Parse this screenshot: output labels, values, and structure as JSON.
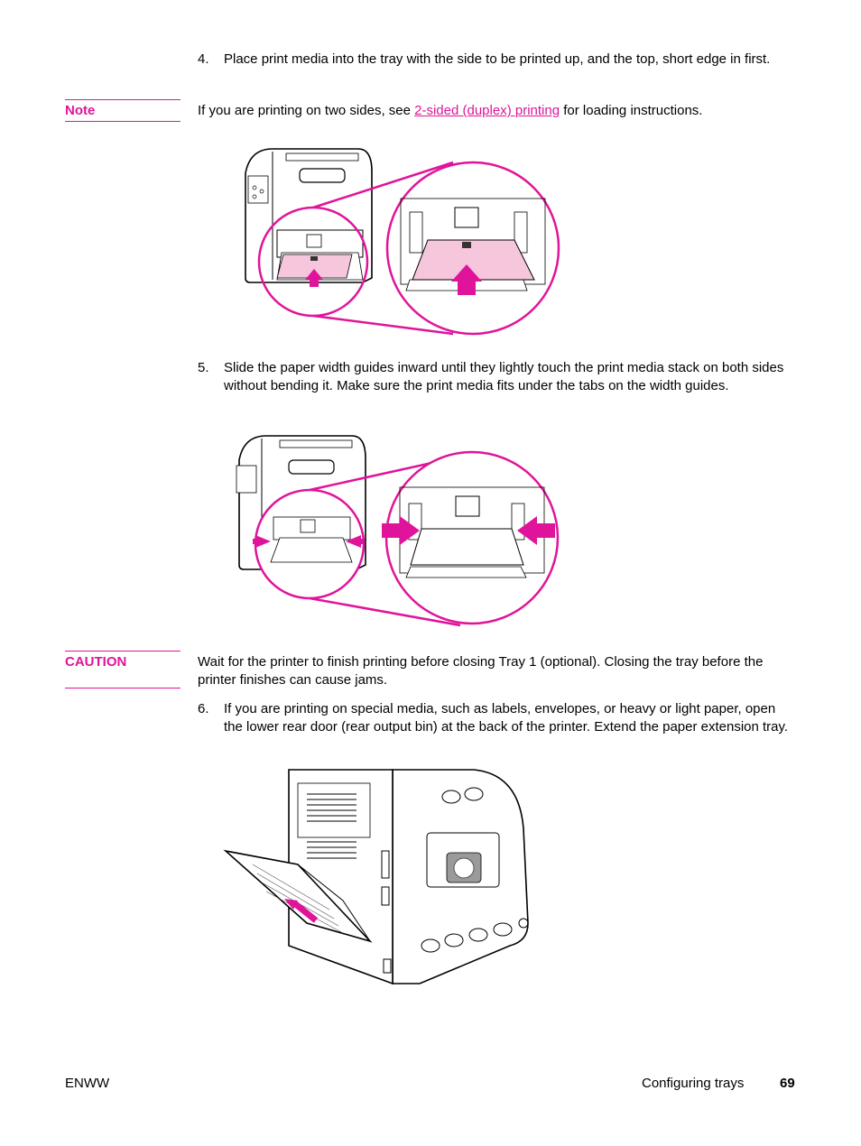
{
  "steps": {
    "s4": {
      "num": "4.",
      "text": "Place print media into the tray with the side to be printed up, and the top, short edge in first."
    },
    "s5": {
      "num": "5.",
      "text": "Slide the paper width guides inward until they lightly touch the print media stack on both sides without bending it. Make sure the print media fits under the tabs on the width guides."
    },
    "s6": {
      "num": "6.",
      "text": "If you are printing on special media, such as labels, envelopes, or heavy or light paper, open the lower rear door (rear output bin) at the back of the printer. Extend the paper extension tray."
    }
  },
  "note": {
    "label": "Note",
    "before": "If you are printing on two sides, see ",
    "link": "2-sided (duplex) printing",
    "after": " for loading instructions."
  },
  "caution": {
    "label": "CAUTION",
    "text": "Wait for the printer to finish printing before closing Tray 1 (optional). Closing the tray before the printer finishes can cause jams."
  },
  "footer": {
    "left": "ENWW",
    "section": "Configuring trays",
    "page": "69"
  },
  "colors": {
    "accent": "#e0149a",
    "paper": "#f6c6dc"
  }
}
